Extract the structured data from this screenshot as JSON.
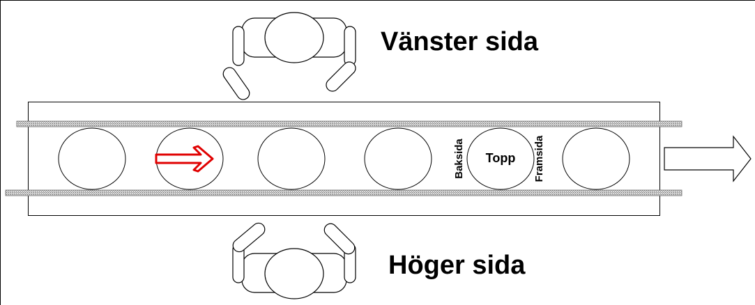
{
  "labels": {
    "left_side": "Vänster sida",
    "right_side": "Höger sida",
    "top": "Topp",
    "back": "Baksida",
    "front": "Framsida"
  },
  "colors": {
    "line": "#000000",
    "rail": "#8c8c8c",
    "direction_arrow": "#e00000"
  },
  "icons": {
    "direction": "right-arrow-icon",
    "output": "output-arrow-icon",
    "operator": "person-top-view-icon"
  }
}
